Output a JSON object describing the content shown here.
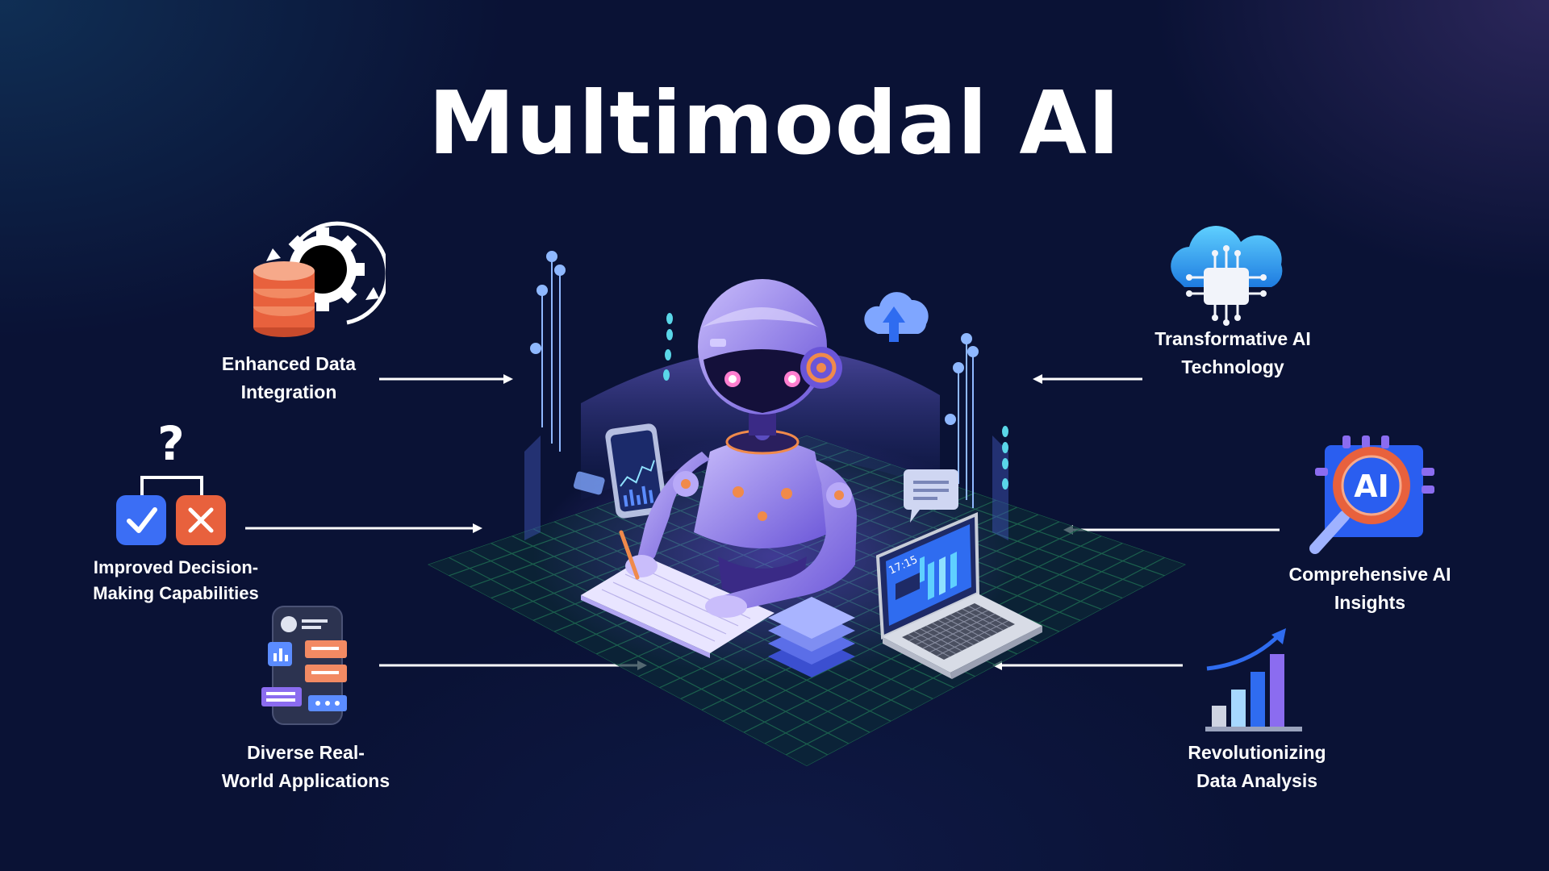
{
  "title": "Multimodal AI",
  "features": [
    {
      "id": "enhanced-data-integration",
      "lines": [
        "Enhanced Data",
        "Integration"
      ],
      "icon": "database-gear-icon"
    },
    {
      "id": "improved-decision-making",
      "lines": [
        "Improved Decision-",
        "Making Capabilities"
      ],
      "icon": "decision-icon"
    },
    {
      "id": "diverse-real-world-applications",
      "lines": [
        "Diverse Real-",
        "World Applications"
      ],
      "icon": "app-screen-icon"
    },
    {
      "id": "transformative-ai-technology",
      "lines": [
        "Transformative AI",
        "Technology"
      ],
      "icon": "cloud-chip-icon"
    },
    {
      "id": "comprehensive-ai-insights",
      "lines": [
        "Comprehensive AI",
        "Insights"
      ],
      "icon": "ai-magnifier-icon"
    },
    {
      "id": "revolutionizing-data-analysis",
      "lines": [
        "Revolutionizing",
        "Data Analysis"
      ],
      "icon": "growth-chart-icon"
    }
  ],
  "illustration": {
    "ai_badge": "AI",
    "laptop_time": "17:15"
  },
  "colors": {
    "background": "#0a1235",
    "robot": "#8f7bea",
    "accent_orange": "#f08a4b",
    "accent_blue": "#3b6ef5",
    "grid": "#1f6b52"
  }
}
